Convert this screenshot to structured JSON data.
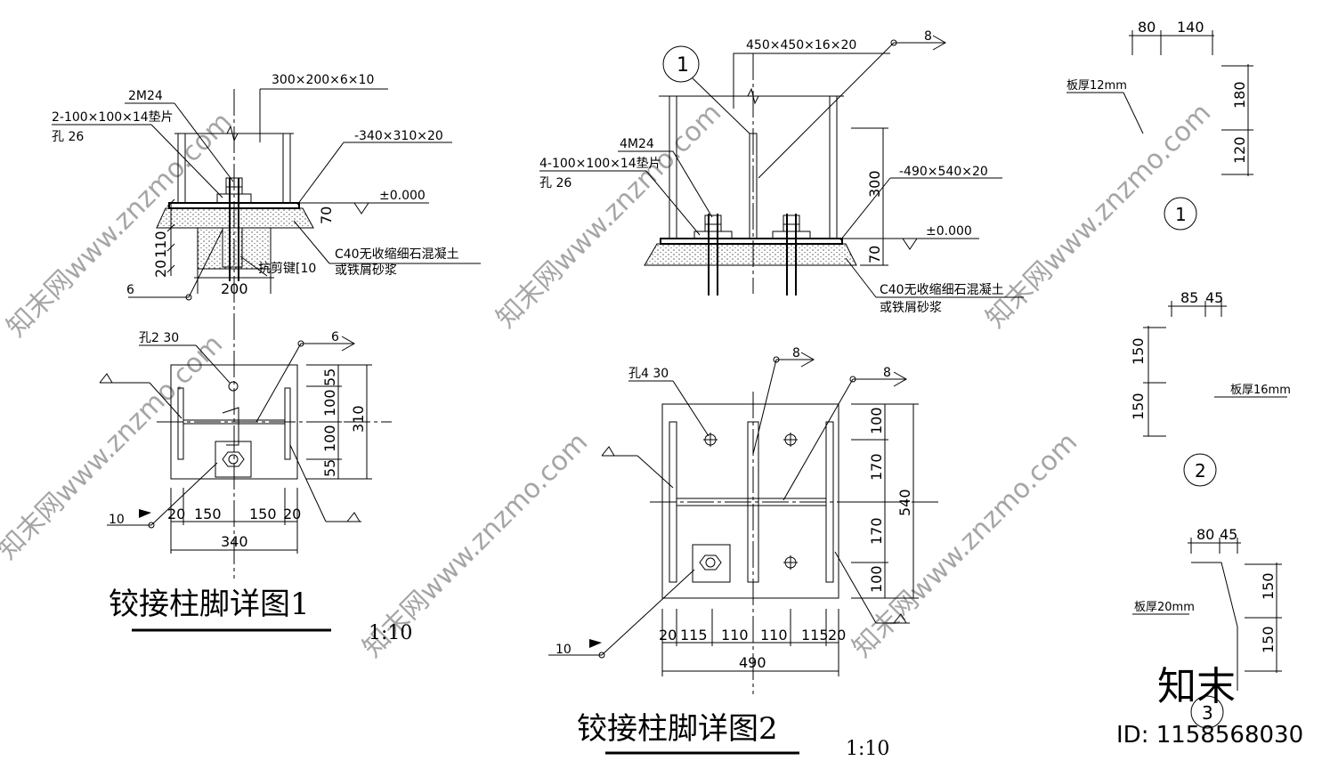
{
  "detail1": {
    "title": "铰接柱脚详图1",
    "scale": "1:10",
    "labels": {
      "column_size": "300×200×6×10",
      "bolts": "2M24",
      "washers": "2-100×100×14垫片",
      "hole": "孔 26",
      "base_plate": "-340×310×20",
      "level": "±0.000",
      "grout_line1": "C40无收缩细石混凝土",
      "grout_line2": "或铁屑砂浆",
      "shear_key": "抗剪键[10",
      "weld_6": "6",
      "plan_hole": "孔2 30",
      "weld_6b": "6",
      "weld_10": "10"
    },
    "dims": {
      "elev_70": "70",
      "elev_20": "20",
      "elev_110": "110",
      "elev_200": "200",
      "plan_55a": "55",
      "plan_100a": "100",
      "plan_100b": "100",
      "plan_55b": "55",
      "plan_310": "310",
      "plan_20a": "20",
      "plan_150a": "150",
      "plan_150b": "150",
      "plan_20b": "20",
      "plan_340": "340"
    }
  },
  "detail2": {
    "title": "铰接柱脚详图2",
    "scale": "1:10",
    "labels": {
      "marker": "1",
      "column_size": "450×450×16×20",
      "weld_8": "8",
      "bolts": "4M24",
      "washers": "4-100×100×14垫片",
      "hole": "孔 26",
      "base_plate": "-490×540×20",
      "level": "±0.000",
      "grout_line1": "C40无收缩细石混凝土",
      "grout_line2": "或铁屑砂浆",
      "plan_hole": "孔4 30",
      "weld_8b": "8",
      "weld_8c": "8",
      "weld_10": "10"
    },
    "dims": {
      "elev_300": "300",
      "elev_70": "70",
      "plan_100a": "100",
      "plan_170a": "170",
      "plan_170b": "170",
      "plan_100b": "100",
      "plan_540": "540",
      "plan_20a": "20",
      "plan_115a": "115",
      "plan_110a": "110",
      "plan_110b": "110",
      "plan_115b": "115",
      "plan_20b": "20",
      "plan_490": "490"
    }
  },
  "stiffeners": [
    {
      "marker": "1",
      "thickness": "板厚12mm",
      "d1": "80",
      "d2": "140",
      "h1": "180",
      "h2": "120"
    },
    {
      "marker": "2",
      "thickness": "板厚16mm",
      "d1": "85",
      "d2": "45",
      "h1": "150",
      "h2": "150"
    },
    {
      "marker": "3",
      "thickness": "板厚20mm",
      "d1": "80",
      "d2": "45",
      "h1": "150",
      "h2": "150"
    }
  ],
  "watermark": {
    "logo": "知末",
    "id_text": "ID: 1158568030",
    "tile_text": "知末网www.znzmo.com"
  }
}
